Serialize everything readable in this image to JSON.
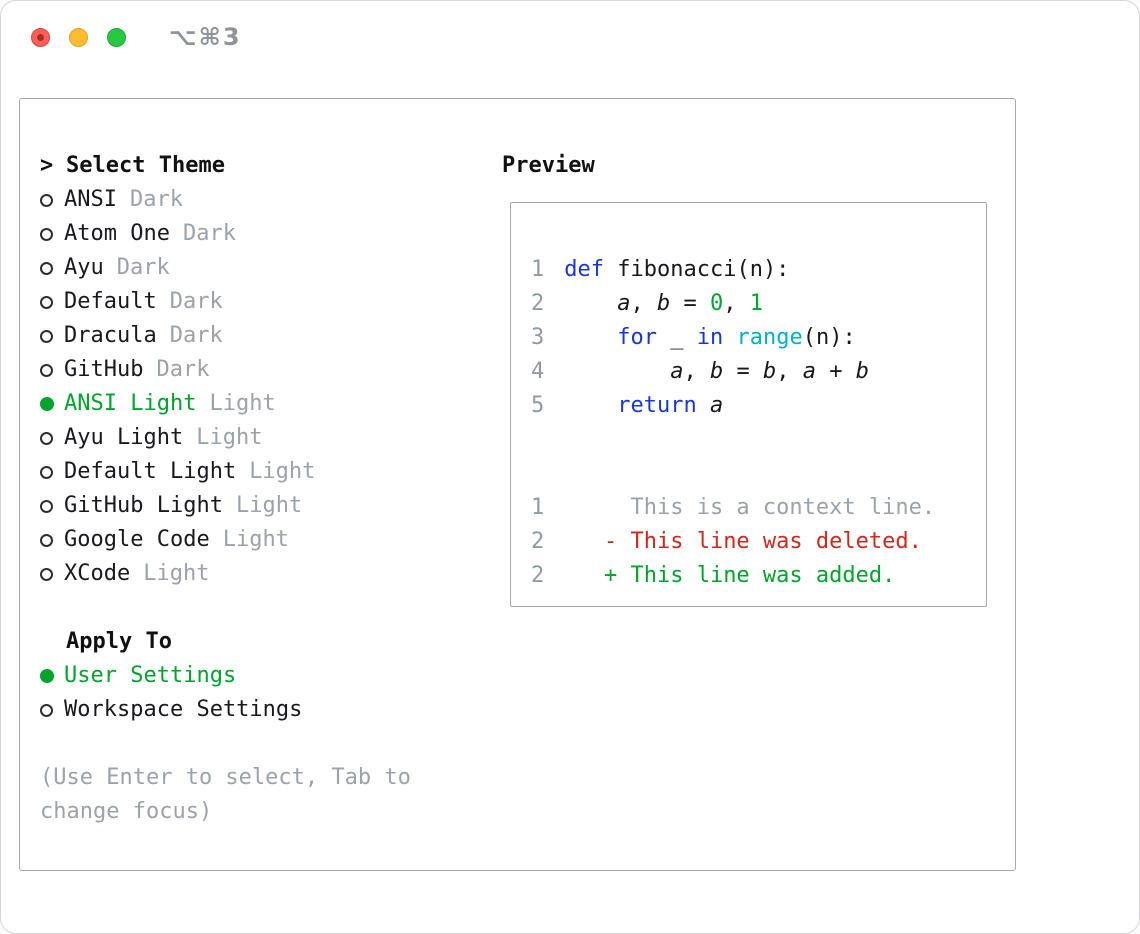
{
  "colors": {
    "kw": "#1a36d8",
    "fn": "#00b2c6",
    "green": "#00a32b",
    "red": "#d0281c",
    "gray": "#9ba2aa",
    "ln": "#8d99a8",
    "text": "#16181c"
  },
  "titlebar": {
    "title": "⌥⌘3"
  },
  "theme_selector": {
    "prompt": ">",
    "heading": "Select Theme",
    "items": [
      {
        "name": "ANSI",
        "variant": "Dark",
        "selected": false
      },
      {
        "name": "Atom One",
        "variant": "Dark",
        "selected": false
      },
      {
        "name": "Ayu",
        "variant": "Dark",
        "selected": false
      },
      {
        "name": "Default",
        "variant": "Dark",
        "selected": false
      },
      {
        "name": "Dracula",
        "variant": "Dark",
        "selected": false
      },
      {
        "name": "GitHub",
        "variant": "Dark",
        "selected": false
      },
      {
        "name": "ANSI Light",
        "variant": "Light",
        "selected": true
      },
      {
        "name": "Ayu Light",
        "variant": "Light",
        "selected": false
      },
      {
        "name": "Default Light",
        "variant": "Light",
        "selected": false
      },
      {
        "name": "GitHub Light",
        "variant": "Light",
        "selected": false
      },
      {
        "name": "Google Code",
        "variant": "Light",
        "selected": false
      },
      {
        "name": "XCode",
        "variant": "Light",
        "selected": false
      }
    ]
  },
  "apply_to": {
    "heading": "Apply To",
    "options": [
      {
        "label": "User Settings",
        "selected": true
      },
      {
        "label": "Workspace Settings",
        "selected": false
      }
    ]
  },
  "hint": "(Use Enter to select, Tab to change focus)",
  "preview": {
    "heading": "Preview",
    "code": [
      {
        "n": "1",
        "tokens": [
          {
            "c": "kw",
            "t": "def"
          },
          {
            "c": "p",
            "t": " fibonacci(n):"
          }
        ]
      },
      {
        "n": "2",
        "tokens": [
          {
            "c": "p",
            "t": "    "
          },
          {
            "c": "v",
            "t": "a"
          },
          {
            "c": "p",
            "t": ", "
          },
          {
            "c": "v",
            "t": "b"
          },
          {
            "c": "p",
            "t": " = "
          },
          {
            "c": "num",
            "t": "0"
          },
          {
            "c": "p",
            "t": ", "
          },
          {
            "c": "num",
            "t": "1"
          }
        ]
      },
      {
        "n": "3",
        "tokens": [
          {
            "c": "p",
            "t": "    "
          },
          {
            "c": "kw",
            "t": "for"
          },
          {
            "c": "p",
            "t": " _ "
          },
          {
            "c": "kw",
            "t": "in"
          },
          {
            "c": "p",
            "t": " "
          },
          {
            "c": "fn",
            "t": "range"
          },
          {
            "c": "p",
            "t": "(n):"
          }
        ]
      },
      {
        "n": "4",
        "tokens": [
          {
            "c": "p",
            "t": "        "
          },
          {
            "c": "v",
            "t": "a"
          },
          {
            "c": "p",
            "t": ", "
          },
          {
            "c": "v",
            "t": "b"
          },
          {
            "c": "p",
            "t": " = "
          },
          {
            "c": "v",
            "t": "b"
          },
          {
            "c": "p",
            "t": ", "
          },
          {
            "c": "v",
            "t": "a"
          },
          {
            "c": "p",
            "t": " + "
          },
          {
            "c": "v",
            "t": "b"
          }
        ]
      },
      {
        "n": "5",
        "tokens": [
          {
            "c": "p",
            "t": "    "
          },
          {
            "c": "kw",
            "t": "return"
          },
          {
            "c": "p",
            "t": " "
          },
          {
            "c": "v",
            "t": "a"
          }
        ]
      }
    ],
    "diff": [
      {
        "n": "1",
        "kind": "ctx",
        "text": "     This is a context line."
      },
      {
        "n": "2",
        "kind": "del",
        "text": "   - This line was deleted."
      },
      {
        "n": "2",
        "kind": "add",
        "text": "   + This line was added."
      }
    ]
  }
}
